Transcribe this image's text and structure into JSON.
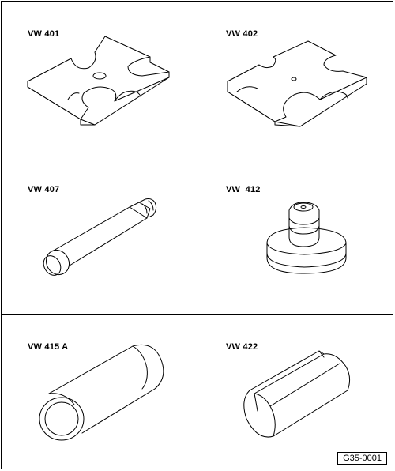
{
  "tools": [
    {
      "id": "vw401",
      "label": "VW 401"
    },
    {
      "id": "vw402",
      "label": "VW 402"
    },
    {
      "id": "vw407",
      "label": "VW 407"
    },
    {
      "id": "vw412",
      "label": "VW  412"
    },
    {
      "id": "vw415a",
      "label": "VW 415 A"
    },
    {
      "id": "vw422",
      "label": "VW 422"
    }
  ],
  "reference": "G35-0001"
}
